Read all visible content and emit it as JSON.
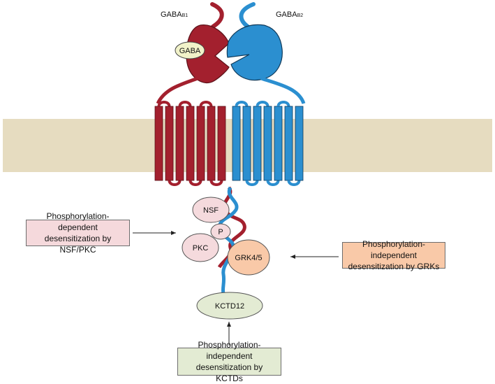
{
  "receptor": {
    "subunit_1_label": "GABA",
    "subunit_1_sub": "B1",
    "subunit_2_label": "GABA",
    "subunit_2_sub": "B2",
    "ligand_label": "GABA"
  },
  "proteins": {
    "nsf": "NSF",
    "p": "P",
    "pkc": "PKC",
    "grk": "GRK4/5",
    "kctd": "KCTD12"
  },
  "notes": {
    "nsf_pkc_line1": "Phosphorylation-dependent",
    "nsf_pkc_line2": "desensitization by NSF/PKC",
    "grk_line1": "Phosphorylation-independent",
    "grk_line2": "desensitization by GRKs",
    "kctd_line1": "Phosphorylation-independent",
    "kctd_line2": "desensitization by KCTDs"
  },
  "colors": {
    "gaba_b1": "#a3202e",
    "gaba_b2": "#2b8fd0",
    "membrane": "#e6dcc0",
    "nsf_fill": "#f5dadd",
    "grk_fill": "#f9c9a8",
    "kctd_fill": "#e3ebd3",
    "ligand_fill": "#f1f2c9"
  }
}
